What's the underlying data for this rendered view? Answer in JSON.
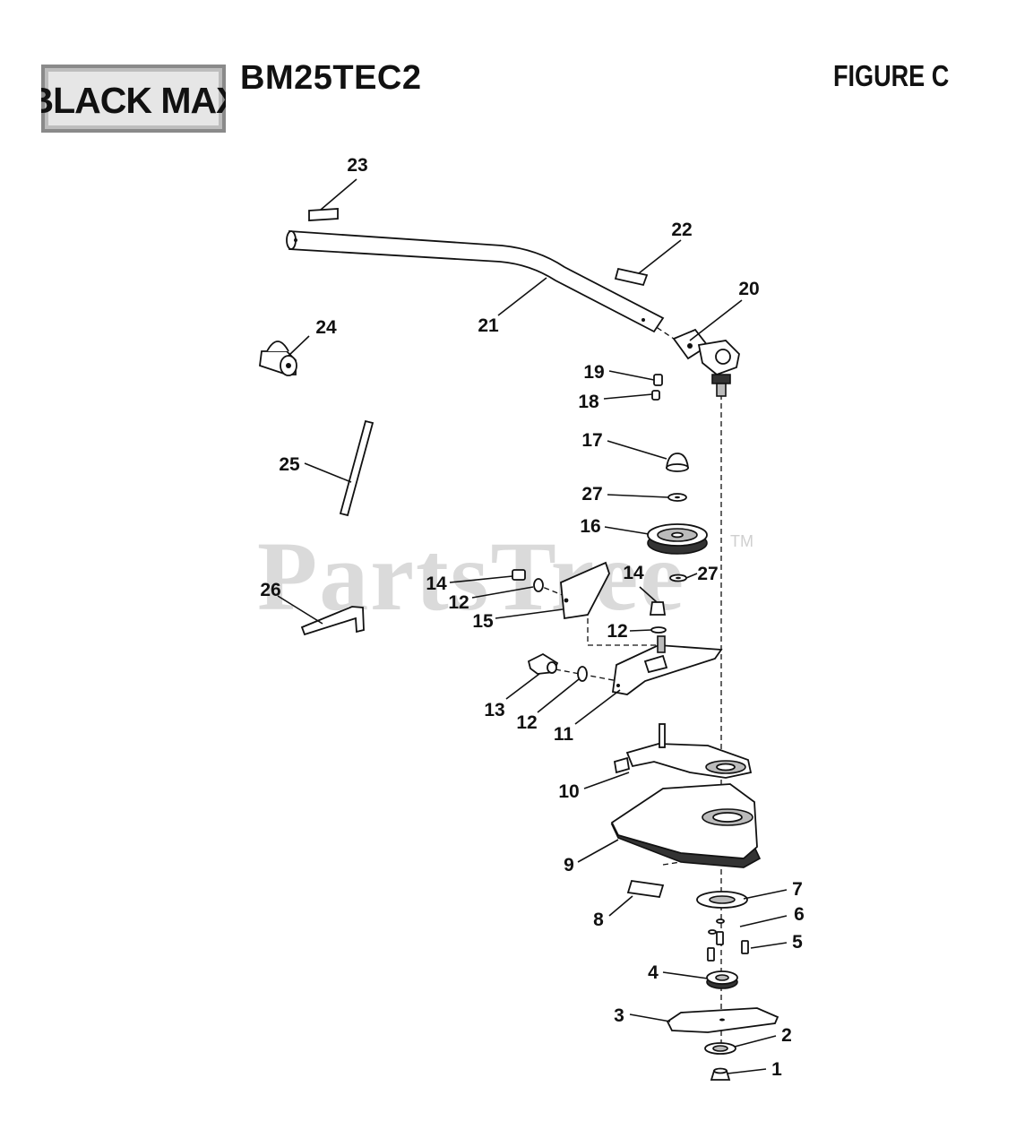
{
  "header": {
    "logo_text": "BLACK MAX",
    "model": "BM25TEC2",
    "figure": "FIGURE C"
  },
  "watermark": {
    "text": "PartsTree",
    "tm": "TM"
  },
  "callouts": [
    {
      "label": "23"
    },
    {
      "label": "22"
    },
    {
      "label": "20"
    },
    {
      "label": "21"
    },
    {
      "label": "24"
    },
    {
      "label": "19"
    },
    {
      "label": "18"
    },
    {
      "label": "17"
    },
    {
      "label": "25"
    },
    {
      "label": "27"
    },
    {
      "label": "16"
    },
    {
      "label": "14"
    },
    {
      "label": "27"
    },
    {
      "label": "14"
    },
    {
      "label": "26"
    },
    {
      "label": "12"
    },
    {
      "label": "15"
    },
    {
      "label": "12"
    },
    {
      "label": "13"
    },
    {
      "label": "12"
    },
    {
      "label": "11"
    },
    {
      "label": "10"
    },
    {
      "label": "9"
    },
    {
      "label": "7"
    },
    {
      "label": "6"
    },
    {
      "label": "8"
    },
    {
      "label": "5"
    },
    {
      "label": "4"
    },
    {
      "label": "3"
    },
    {
      "label": "2"
    },
    {
      "label": "1"
    }
  ]
}
